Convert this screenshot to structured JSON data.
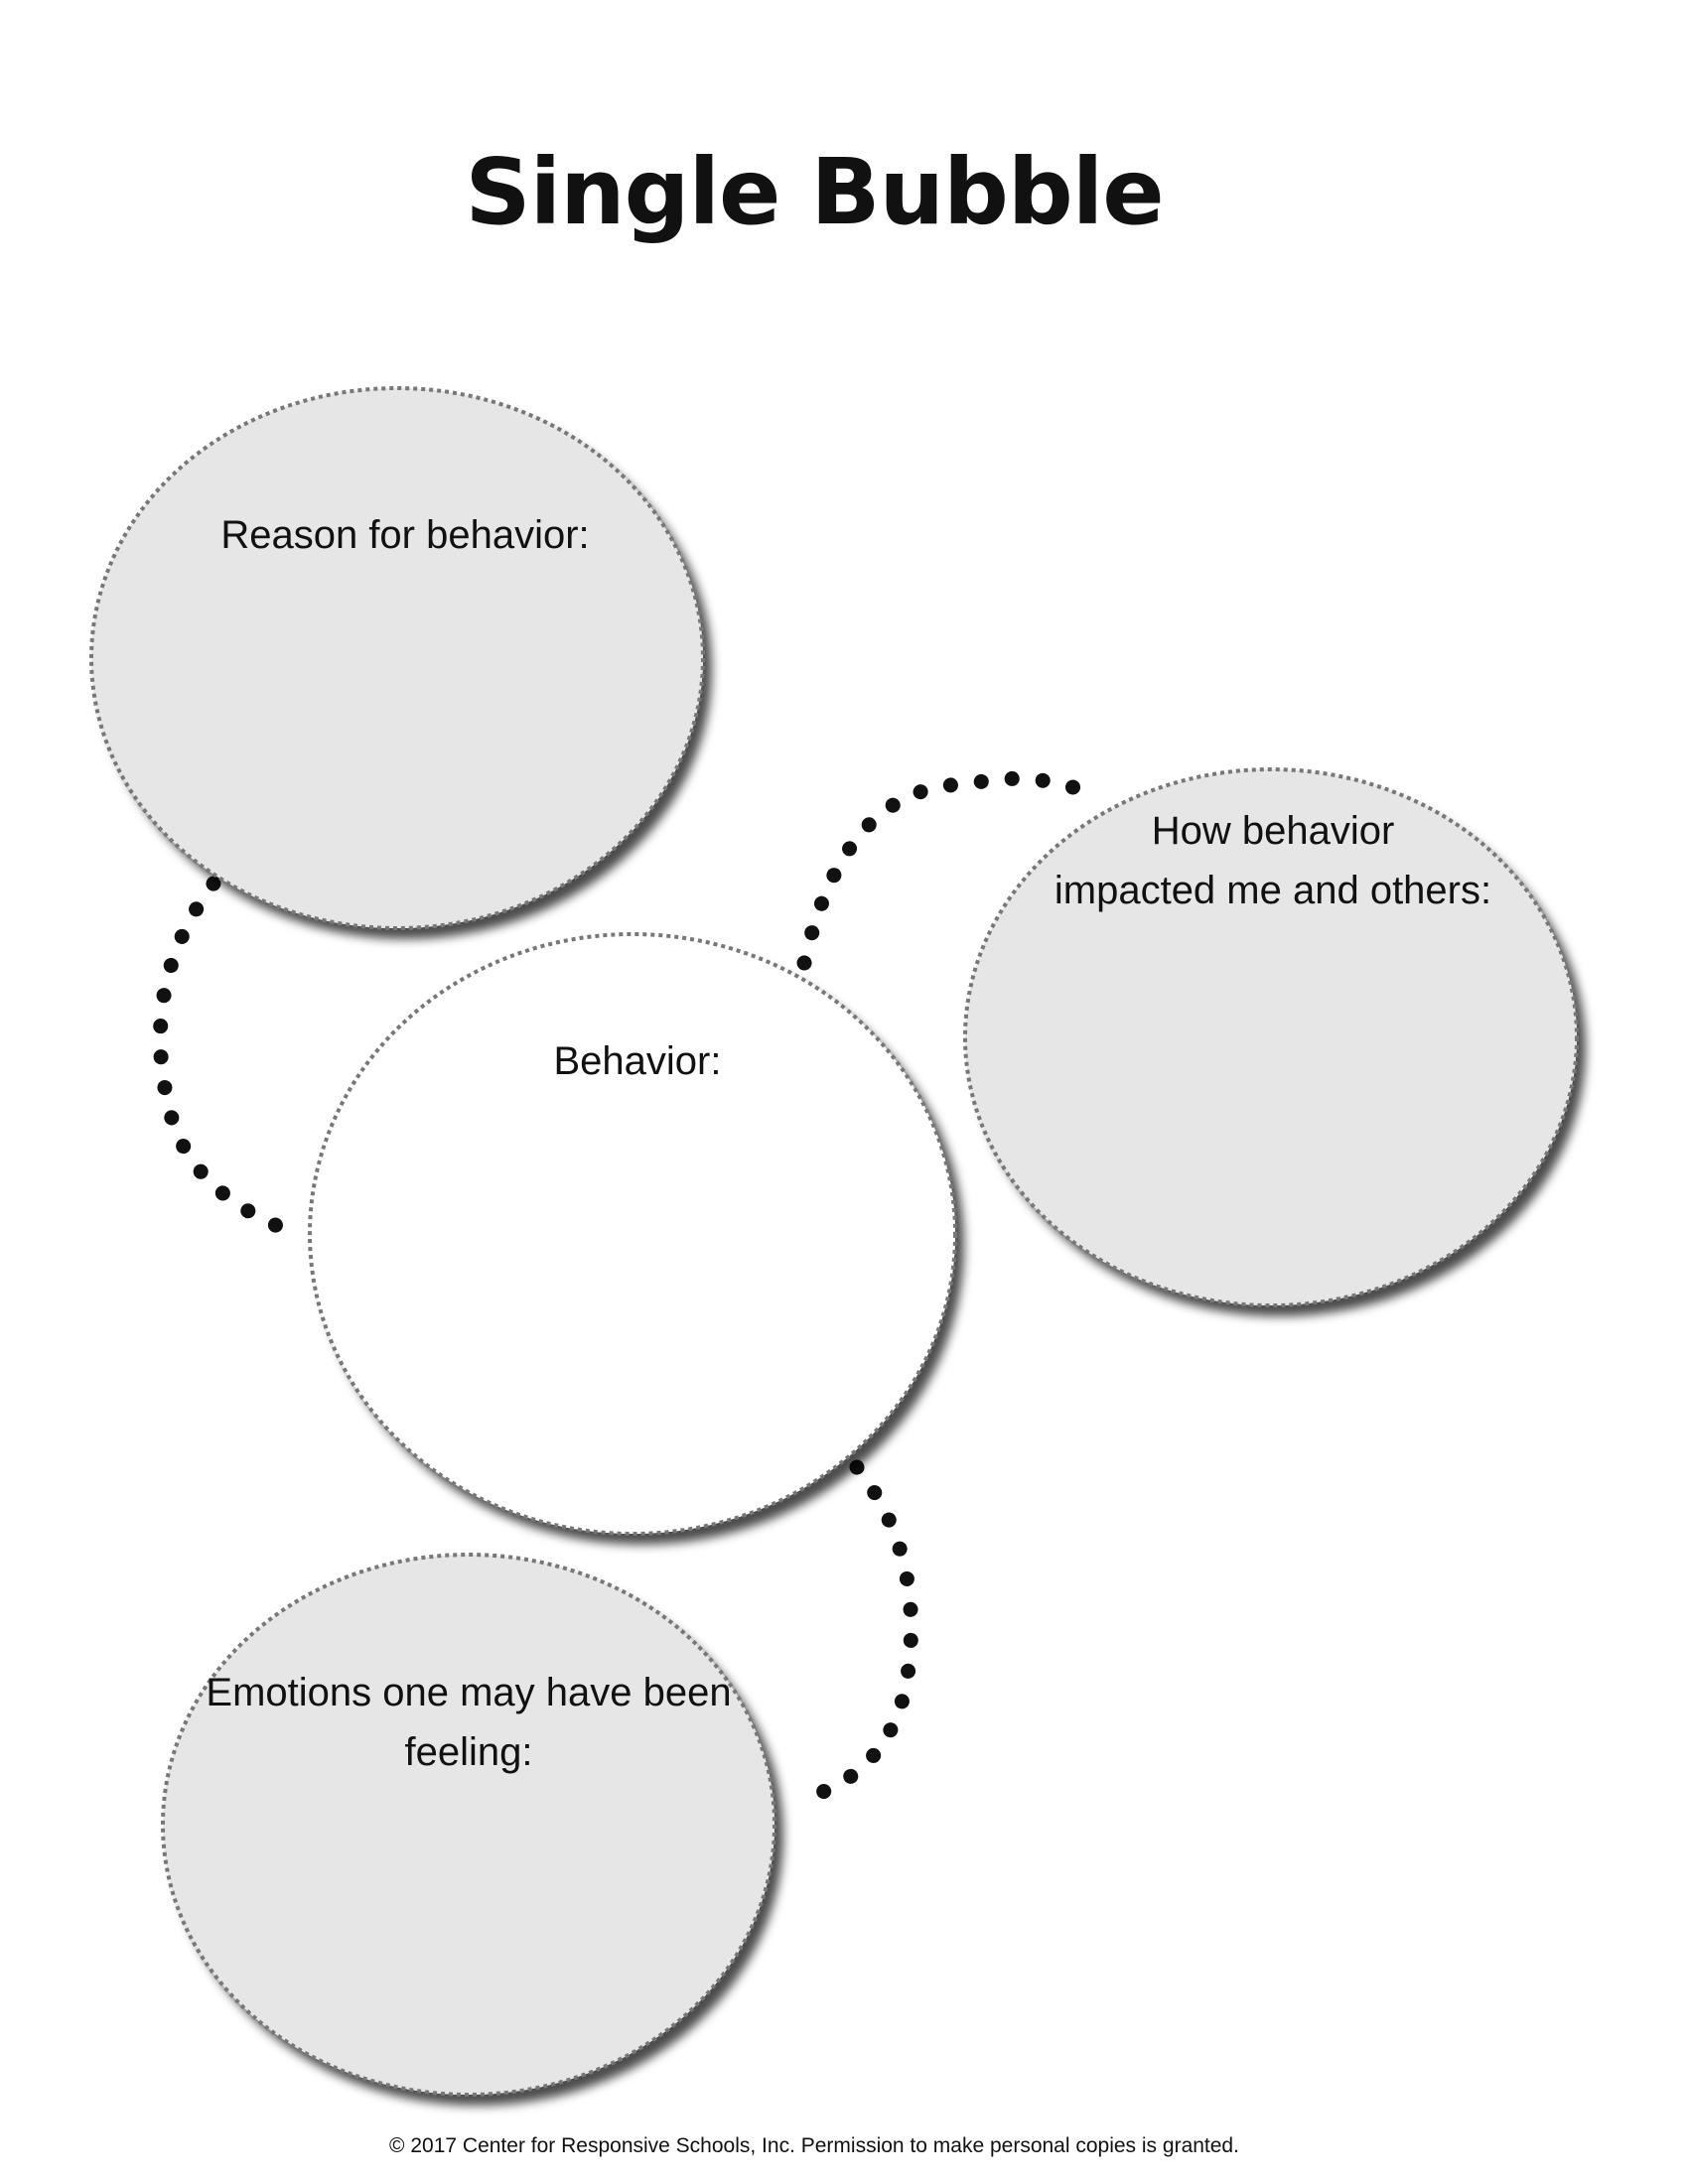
{
  "title": "Single Bubble",
  "bubbles": {
    "reason": {
      "line1": "Reason for behavior:"
    },
    "behavior": {
      "line1": "Behavior:"
    },
    "impact": {
      "line1": "How behavior",
      "line2": "impacted me and others:"
    },
    "emotions": {
      "line1": "Emotions one may have been",
      "line2": "feeling:"
    }
  },
  "footer": "© 2017 Center for Responsive Schools, Inc. Permission to make personal copies is granted.",
  "colors": {
    "outer_bubble_fill": "#e6e6e6",
    "center_bubble_fill": "#ffffff",
    "bubble_outline": "#777777",
    "connector_dots": "#111111"
  }
}
